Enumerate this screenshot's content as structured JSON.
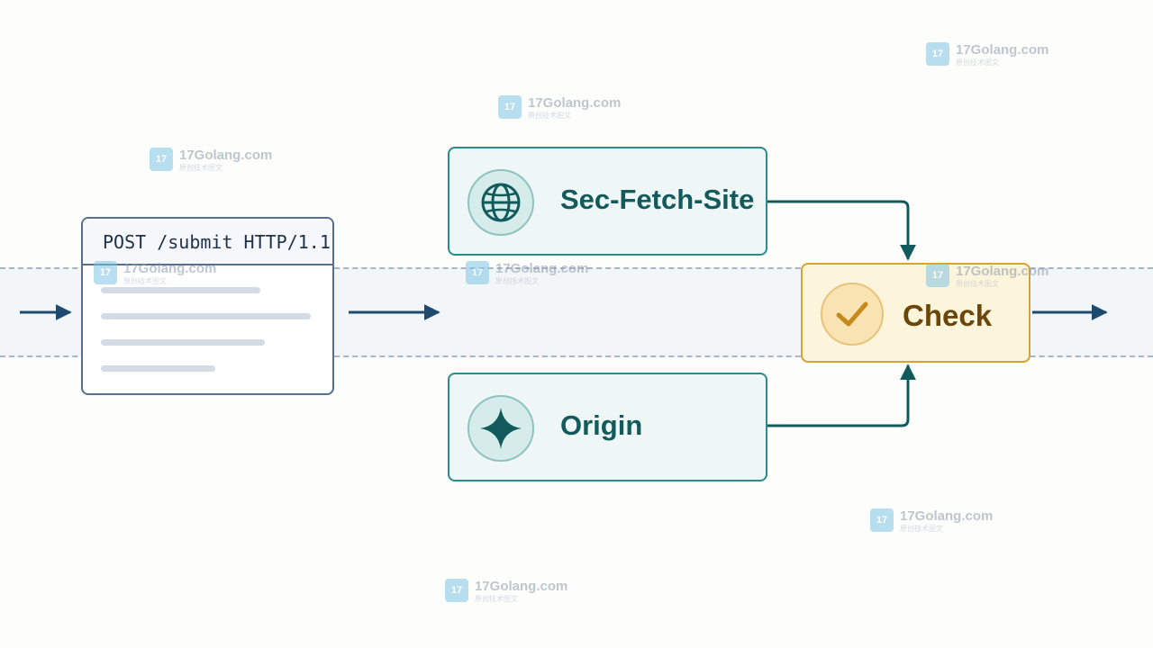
{
  "request": {
    "line": "POST /submit HTTP/1.1"
  },
  "inputs": {
    "sec_fetch_site": {
      "label": "Sec-Fetch-Site",
      "icon": "globe-icon"
    },
    "origin": {
      "label": "Origin",
      "icon": "four-point-star-icon"
    }
  },
  "check": {
    "label": "Check",
    "icon": "checkmark-icon"
  },
  "watermark": {
    "text": "17Golang.com",
    "subtitle": "原创技术图文"
  },
  "colors": {
    "teal": "#2b8c8c",
    "navy_arrow": "#1d4a6e",
    "gold": "#dca22c",
    "band": "#f2f6f9"
  }
}
